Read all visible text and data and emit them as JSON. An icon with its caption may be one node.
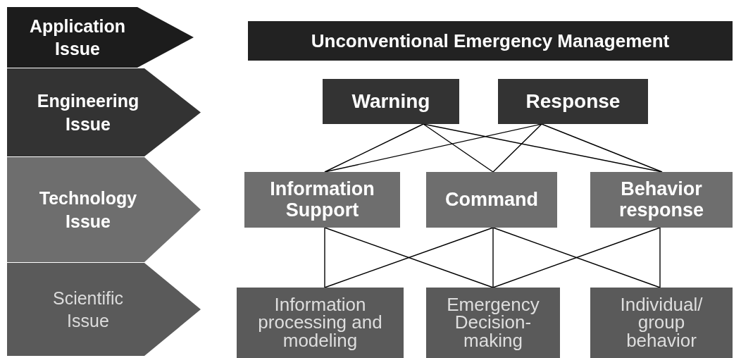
{
  "diagram": {
    "nodes": [
      {
        "text": [
          "Application Issue"
        ]
      },
      {
        "text": [
          "Engineering Issue"
        ]
      },
      {
        "text": [
          "Technology Issue"
        ]
      },
      {
        "text": [
          "Scientific Issue"
        ]
      },
      {
        "text": [
          "Unconventional Emergency Management"
        ]
      },
      {
        "text": [
          "Warning"
        ]
      },
      {
        "text": [
          "Response"
        ]
      },
      {
        "text": [
          "Information Support"
        ]
      },
      {
        "text": [
          "Command"
        ]
      },
      {
        "text": [
          "Behavior response"
        ]
      },
      {
        "text": [
          "Information processing and modeling"
        ]
      },
      {
        "text": [
          "Emergency Decision-making"
        ]
      },
      {
        "text": [
          "Individual/ group behavior"
        ]
      }
    ],
    "edges": [
      {
        "from": 5,
        "to": 7,
        "arrow": "none"
      },
      {
        "from": 5,
        "to": 8,
        "arrow": "none"
      },
      {
        "from": 5,
        "to": 9,
        "arrow": "none"
      },
      {
        "from": 6,
        "to": 7,
        "arrow": "none"
      },
      {
        "from": 6,
        "to": 8,
        "arrow": "none"
      },
      {
        "from": 6,
        "to": 9,
        "arrow": "none"
      },
      {
        "from": 7,
        "to": 10,
        "arrow": "none"
      },
      {
        "from": 7,
        "to": 11,
        "arrow": "none"
      },
      {
        "from": 8,
        "to": 10,
        "arrow": "none"
      },
      {
        "from": 8,
        "to": 11,
        "arrow": "none"
      },
      {
        "from": 8,
        "to": 12,
        "arrow": "none"
      },
      {
        "from": 9,
        "to": 11,
        "arrow": "none"
      },
      {
        "from": 9,
        "to": 12,
        "arrow": "none"
      }
    ]
  }
}
